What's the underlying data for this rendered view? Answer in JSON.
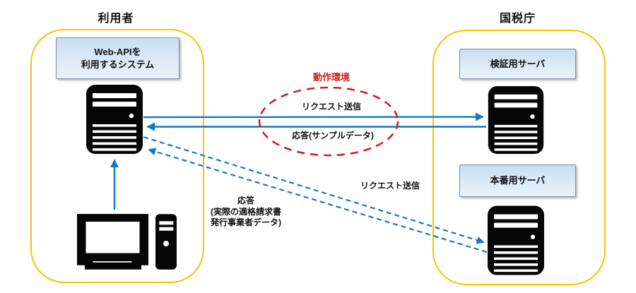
{
  "zones": {
    "user": {
      "title": "利用者"
    },
    "nta": {
      "title": "国税庁"
    }
  },
  "nodes": {
    "webapi_system": {
      "label_line1": "Web-APIを",
      "label_line2": "利用するシステム"
    },
    "verification_server": {
      "label": "検証用サーバ"
    },
    "production_server": {
      "label": "本番用サーバ"
    }
  },
  "icons": {
    "user_server": "server-tower-icon",
    "verification_server": "server-tower-icon",
    "production_server": "server-tower-icon",
    "client_pc": "desktop-computer-icon"
  },
  "annotations": {
    "environment": {
      "label": "動作環境"
    },
    "request_verification": {
      "label": "リクエスト送信"
    },
    "response_verification": {
      "label": "応答(サンプルデータ)"
    },
    "request_production": {
      "label": "リクエスト送信"
    },
    "response_production": {
      "line1": "応答",
      "line2": "(実際の適格請求書",
      "line3": "発行事業者データ)"
    }
  },
  "colors": {
    "arrow_blue": "#1577C3",
    "ellipse_red": "#CE2020",
    "zone_yellow": "#FFC000",
    "box_border": "#7A8EA6",
    "box_fill_top": "#C9DEF1",
    "box_fill_bottom": "#EAF2FA",
    "icon_black": "#060606"
  }
}
